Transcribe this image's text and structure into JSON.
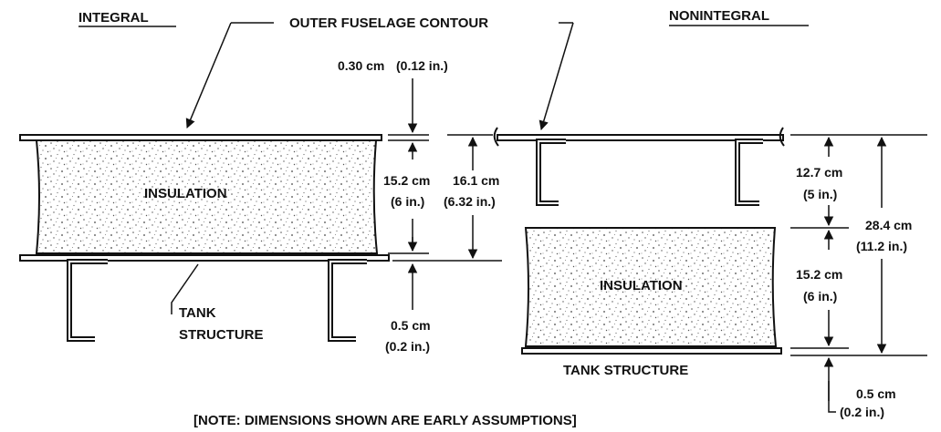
{
  "left_panel": {
    "title": "INTEGRAL",
    "insulation_label": "INSULATION",
    "tank_label_line1": "TANK",
    "tank_label_line2": "STRUCTURE",
    "dim_outer_skin_cm": "0.30 cm",
    "dim_outer_skin_in": "(0.12 in.)",
    "dim_insulation_cm": "15.2 cm",
    "dim_insulation_in": "(6 in.)",
    "dim_total_cm": "16.1 cm",
    "dim_total_in": "(6.32 in.)",
    "dim_tank_cm": "0.5 cm",
    "dim_tank_in": "(0.2 in.)"
  },
  "right_panel": {
    "title": "NONINTEGRAL",
    "insulation_label": "INSULATION",
    "tank_label": "TANK STRUCTURE",
    "dim_gap_cm": "12.7 cm",
    "dim_gap_in": "(5 in.)",
    "dim_insulation_cm": "15.2 cm",
    "dim_insulation_in": "(6 in.)",
    "dim_total_cm": "28.4 cm",
    "dim_total_in": "(11.2 in.)",
    "dim_tank_cm": "0.5 cm",
    "dim_tank_in": "(0.2 in.)"
  },
  "shared": {
    "outer_contour_label": "OUTER FUSELAGE CONTOUR",
    "note": "[NOTE:  DIMENSIONS SHOWN ARE EARLY ASSUMPTIONS]"
  }
}
